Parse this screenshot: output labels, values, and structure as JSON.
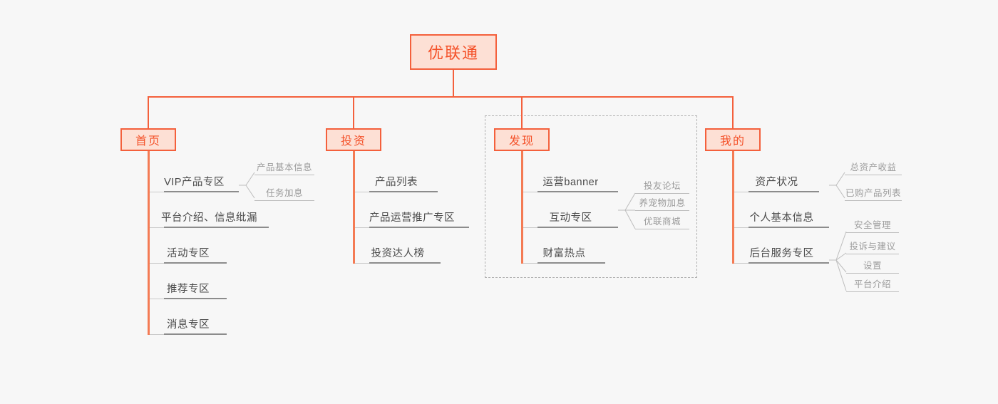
{
  "meta": {
    "bg_color": "#f7f7f7",
    "accent_color": "#f4603c",
    "accent_fill": "#fde0d5",
    "accent_text": "#f4522a",
    "spine_color": "#f47b54",
    "item_text_color": "#4a4a4a",
    "leaf_text_color": "#9b9b9b",
    "rule_color": "#8c8c8c",
    "leaf_rule_color": "#bdbdbd",
    "dashed_color": "#b0b0b0"
  },
  "root": {
    "label": "优联通"
  },
  "branches": [
    {
      "id": "home",
      "label": "首页",
      "items": [
        {
          "label": "VIP产品专区",
          "children": [
            {
              "label": "产品基本信息"
            },
            {
              "label": "任务加息"
            }
          ]
        },
        {
          "label": "平台介绍、信息纰漏",
          "children": []
        },
        {
          "label": "活动专区",
          "children": []
        },
        {
          "label": "推荐专区",
          "children": []
        },
        {
          "label": "消息专区",
          "children": []
        }
      ]
    },
    {
      "id": "invest",
      "label": "投资",
      "items": [
        {
          "label": "产品列表",
          "children": []
        },
        {
          "label": "产品运营推广专区",
          "children": []
        },
        {
          "label": "投资达人榜",
          "children": []
        }
      ]
    },
    {
      "id": "discover",
      "label": "发现",
      "grouped": true,
      "items": [
        {
          "label": "运营banner",
          "children": []
        },
        {
          "label": "互动专区",
          "children": [
            {
              "label": "投友论坛"
            },
            {
              "label": "养宠物加息"
            },
            {
              "label": "优联商城"
            }
          ]
        },
        {
          "label": "财富热点",
          "children": []
        }
      ]
    },
    {
      "id": "mine",
      "label": "我的",
      "items": [
        {
          "label": "资产状况",
          "children": [
            {
              "label": "总资产收益"
            },
            {
              "label": "已购产品列表"
            }
          ]
        },
        {
          "label": "个人基本信息",
          "children": []
        },
        {
          "label": "后台服务专区",
          "children": [
            {
              "label": "安全管理"
            },
            {
              "label": "投诉与建议"
            },
            {
              "label": "设置"
            },
            {
              "label": "平台介绍"
            }
          ]
        }
      ]
    }
  ]
}
